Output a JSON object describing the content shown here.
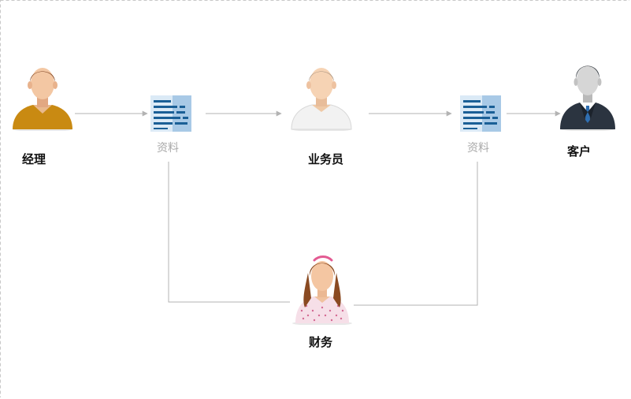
{
  "diagram": {
    "nodes": {
      "manager": {
        "label": "经理",
        "icon": "male-user-orange-shirt-icon"
      },
      "salesperson": {
        "label": "业务员",
        "icon": "male-user-white-shirt-icon"
      },
      "customer": {
        "label": "客户",
        "icon": "businessman-suit-icon"
      },
      "finance": {
        "label": "财务",
        "icon": "female-user-pink-dress-icon"
      }
    },
    "documents": [
      {
        "label": "资料",
        "icon": "document-lines-icon"
      },
      {
        "label": "资料",
        "icon": "document-lines-icon"
      }
    ],
    "colors": {
      "arrow": "#b3b3b3",
      "connector": "#b3b3b3",
      "doc_fill": "#dbeaf6",
      "doc_fold": "#a8c9e6",
      "doc_lines": "#1a5f96",
      "frame_dash": "#c8c8c8"
    }
  }
}
